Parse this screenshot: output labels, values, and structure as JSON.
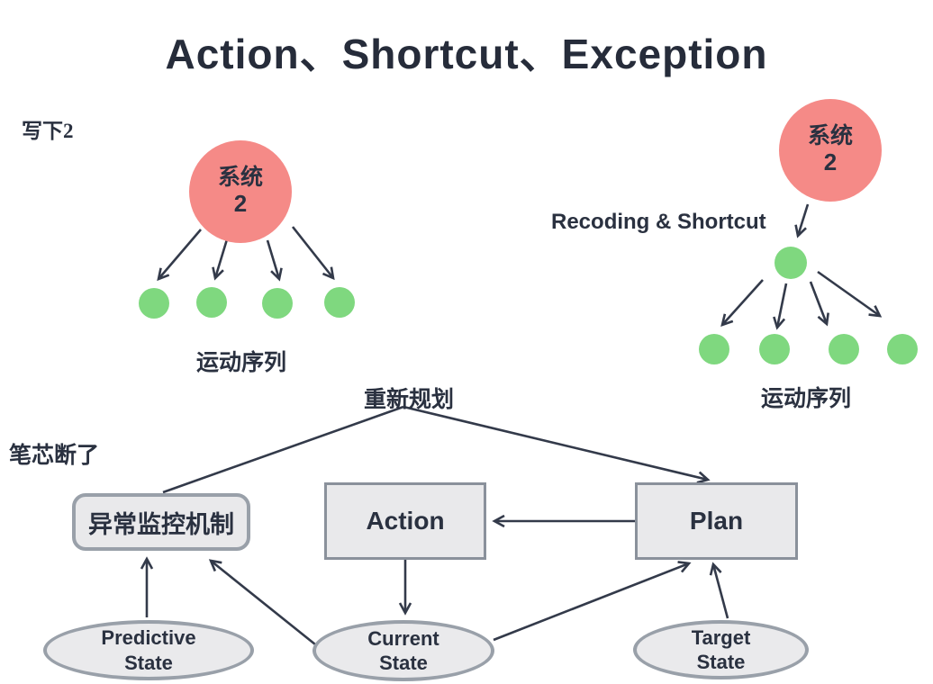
{
  "title": "Action、Shortcut、Exception",
  "labels": {
    "write_down_2": "写下2",
    "pen_broke": "笔芯断了",
    "replan": "重新规划",
    "recoding_shortcut": "Recoding & Shortcut",
    "motor_sequence_left": "运动序列",
    "motor_sequence_right": "运动序列"
  },
  "nodes": {
    "system2_left": {
      "title": "系统",
      "number": "2"
    },
    "system2_right": {
      "title": "系统",
      "number": "2"
    },
    "exception_monitor": {
      "label": "异常监控机制"
    },
    "action": {
      "label": "Action"
    },
    "plan": {
      "label": "Plan"
    },
    "predictive_state": {
      "line1": "Predictive",
      "line2": "State"
    },
    "current_state": {
      "line1": "Current",
      "line2": "State"
    },
    "target_state": {
      "line1": "Target",
      "line2": "State"
    }
  },
  "colors": {
    "system_node_fill": "#F58A87",
    "sequence_node_fill": "#7FD87F",
    "edge_stroke": "#333A4A",
    "text": "#2A3140",
    "shape_fill": "#E9E9EB",
    "shape_border": "#99A0A9"
  }
}
